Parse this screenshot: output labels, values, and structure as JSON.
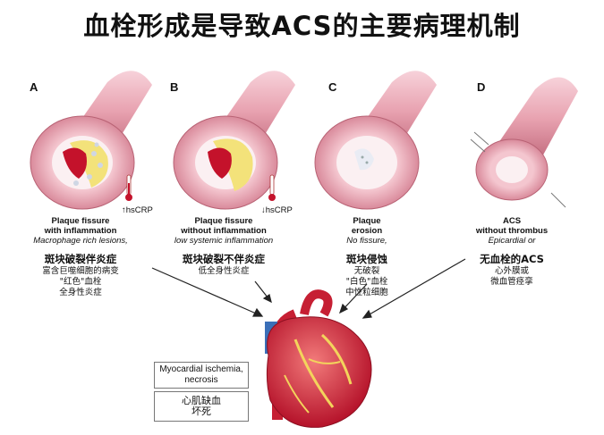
{
  "title": "血栓形成是导致ACS的主要病理机制",
  "panels": [
    {
      "letter": "A",
      "en_title": "Plaque fissure\nwith inflammation",
      "en_sub": "Macrophage rich lesions,",
      "cn_title": "斑块破裂伴炎症",
      "cn_lines": [
        "富含巨噬细胞的病变",
        "\"红色\"血栓",
        "全身性炎症"
      ],
      "crp": "↑hsCRP"
    },
    {
      "letter": "B",
      "en_title": "Plaque fissure\nwithout inflammation",
      "en_sub": "low systemic inflammation",
      "cn_title": "斑块破裂不伴炎症",
      "cn_lines": [
        "低全身性炎症"
      ],
      "crp": "↓hsCRP"
    },
    {
      "letter": "C",
      "en_title": "Plaque\nerosion",
      "en_sub": "No fissure,",
      "cn_title": "斑块侵蚀",
      "cn_lines": [
        "无破裂",
        "\"白色\"血栓",
        "中性粒细胞"
      ],
      "crp": ""
    },
    {
      "letter": "D",
      "en_title": "ACS\nwithout thrombus",
      "en_sub": "Epicardial or",
      "cn_title": "无血栓的ACS",
      "cn_lines": [
        "心外膜或",
        "微血管痉挛"
      ],
      "crp": ""
    }
  ],
  "outcome": {
    "en": "Myocardial ischemia,\nnecrosis",
    "cn": "心肌缺血\n坏死"
  },
  "colors": {
    "vessel": "#e9a7b4",
    "vessel_dark": "#c66c80",
    "plaque": "#f3e27a",
    "thrombus": "#c4122b",
    "heart": "#d8293a"
  }
}
